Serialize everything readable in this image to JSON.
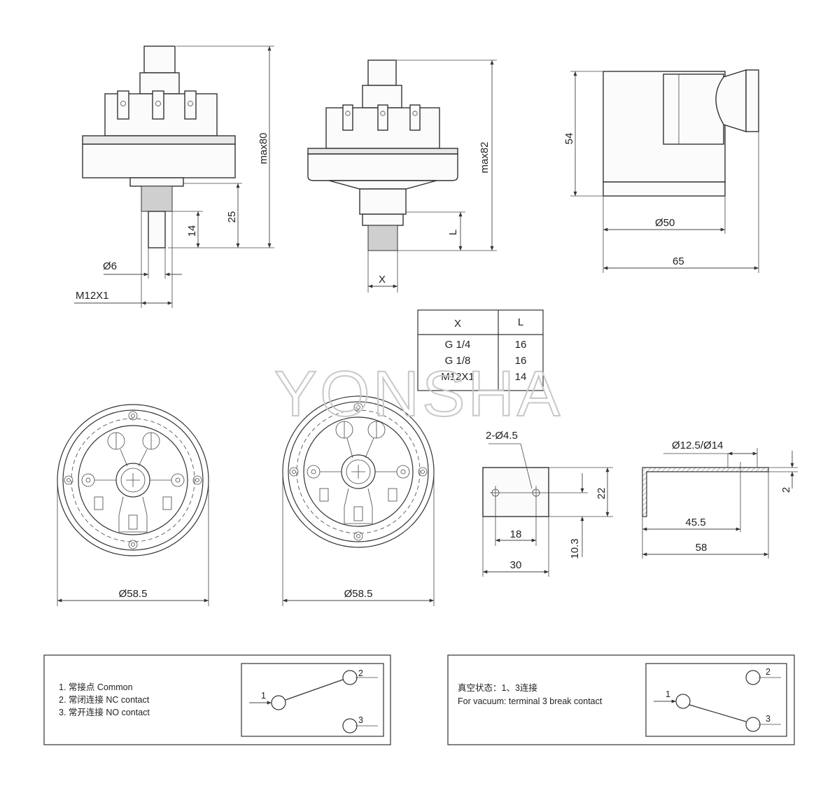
{
  "watermark": "YONSHA",
  "side_view_1": {
    "height_label": "max80",
    "depth_label": "25",
    "stem_label": "14",
    "stem_dia_label": "Ø6",
    "thread_label": "M12X1"
  },
  "side_view_2": {
    "height_label": "max82",
    "length_label": "L",
    "thread_label": "X"
  },
  "side_view_3": {
    "height_label": "54",
    "dia_label": "Ø50",
    "width_label": "65"
  },
  "thread_table": {
    "headers": [
      "X",
      "L"
    ],
    "rows": [
      {
        "x": "G 1/4",
        "l": "16"
      },
      {
        "x": "G 1/8",
        "l": "16"
      },
      {
        "x": "M12X1",
        "l": "14"
      }
    ]
  },
  "top_view_1": {
    "dia_label": "Ø58.5"
  },
  "top_view_2": {
    "dia_label": "Ø58.5"
  },
  "bracket_front": {
    "holes_label": "2-Ø4.5",
    "height_label": "22",
    "offset_label": "10.3",
    "spacing_label": "18",
    "width_label": "30"
  },
  "bracket_side": {
    "hole_label": "Ø12.5/Ø14",
    "thickness_label": "2",
    "hole_pos_label": "45.5",
    "length_label": "58"
  },
  "legend_left": {
    "lines": [
      "1. 常接点  Common",
      "2. 常闭连接  NC contact",
      "3. 常开连接  NO contact"
    ],
    "terminals": [
      "1",
      "2",
      "3"
    ]
  },
  "legend_right": {
    "lines": [
      "真空状态：1、3连接",
      "For vacuum: terminal 3 break contact"
    ],
    "terminals": [
      "1",
      "2",
      "3"
    ]
  }
}
